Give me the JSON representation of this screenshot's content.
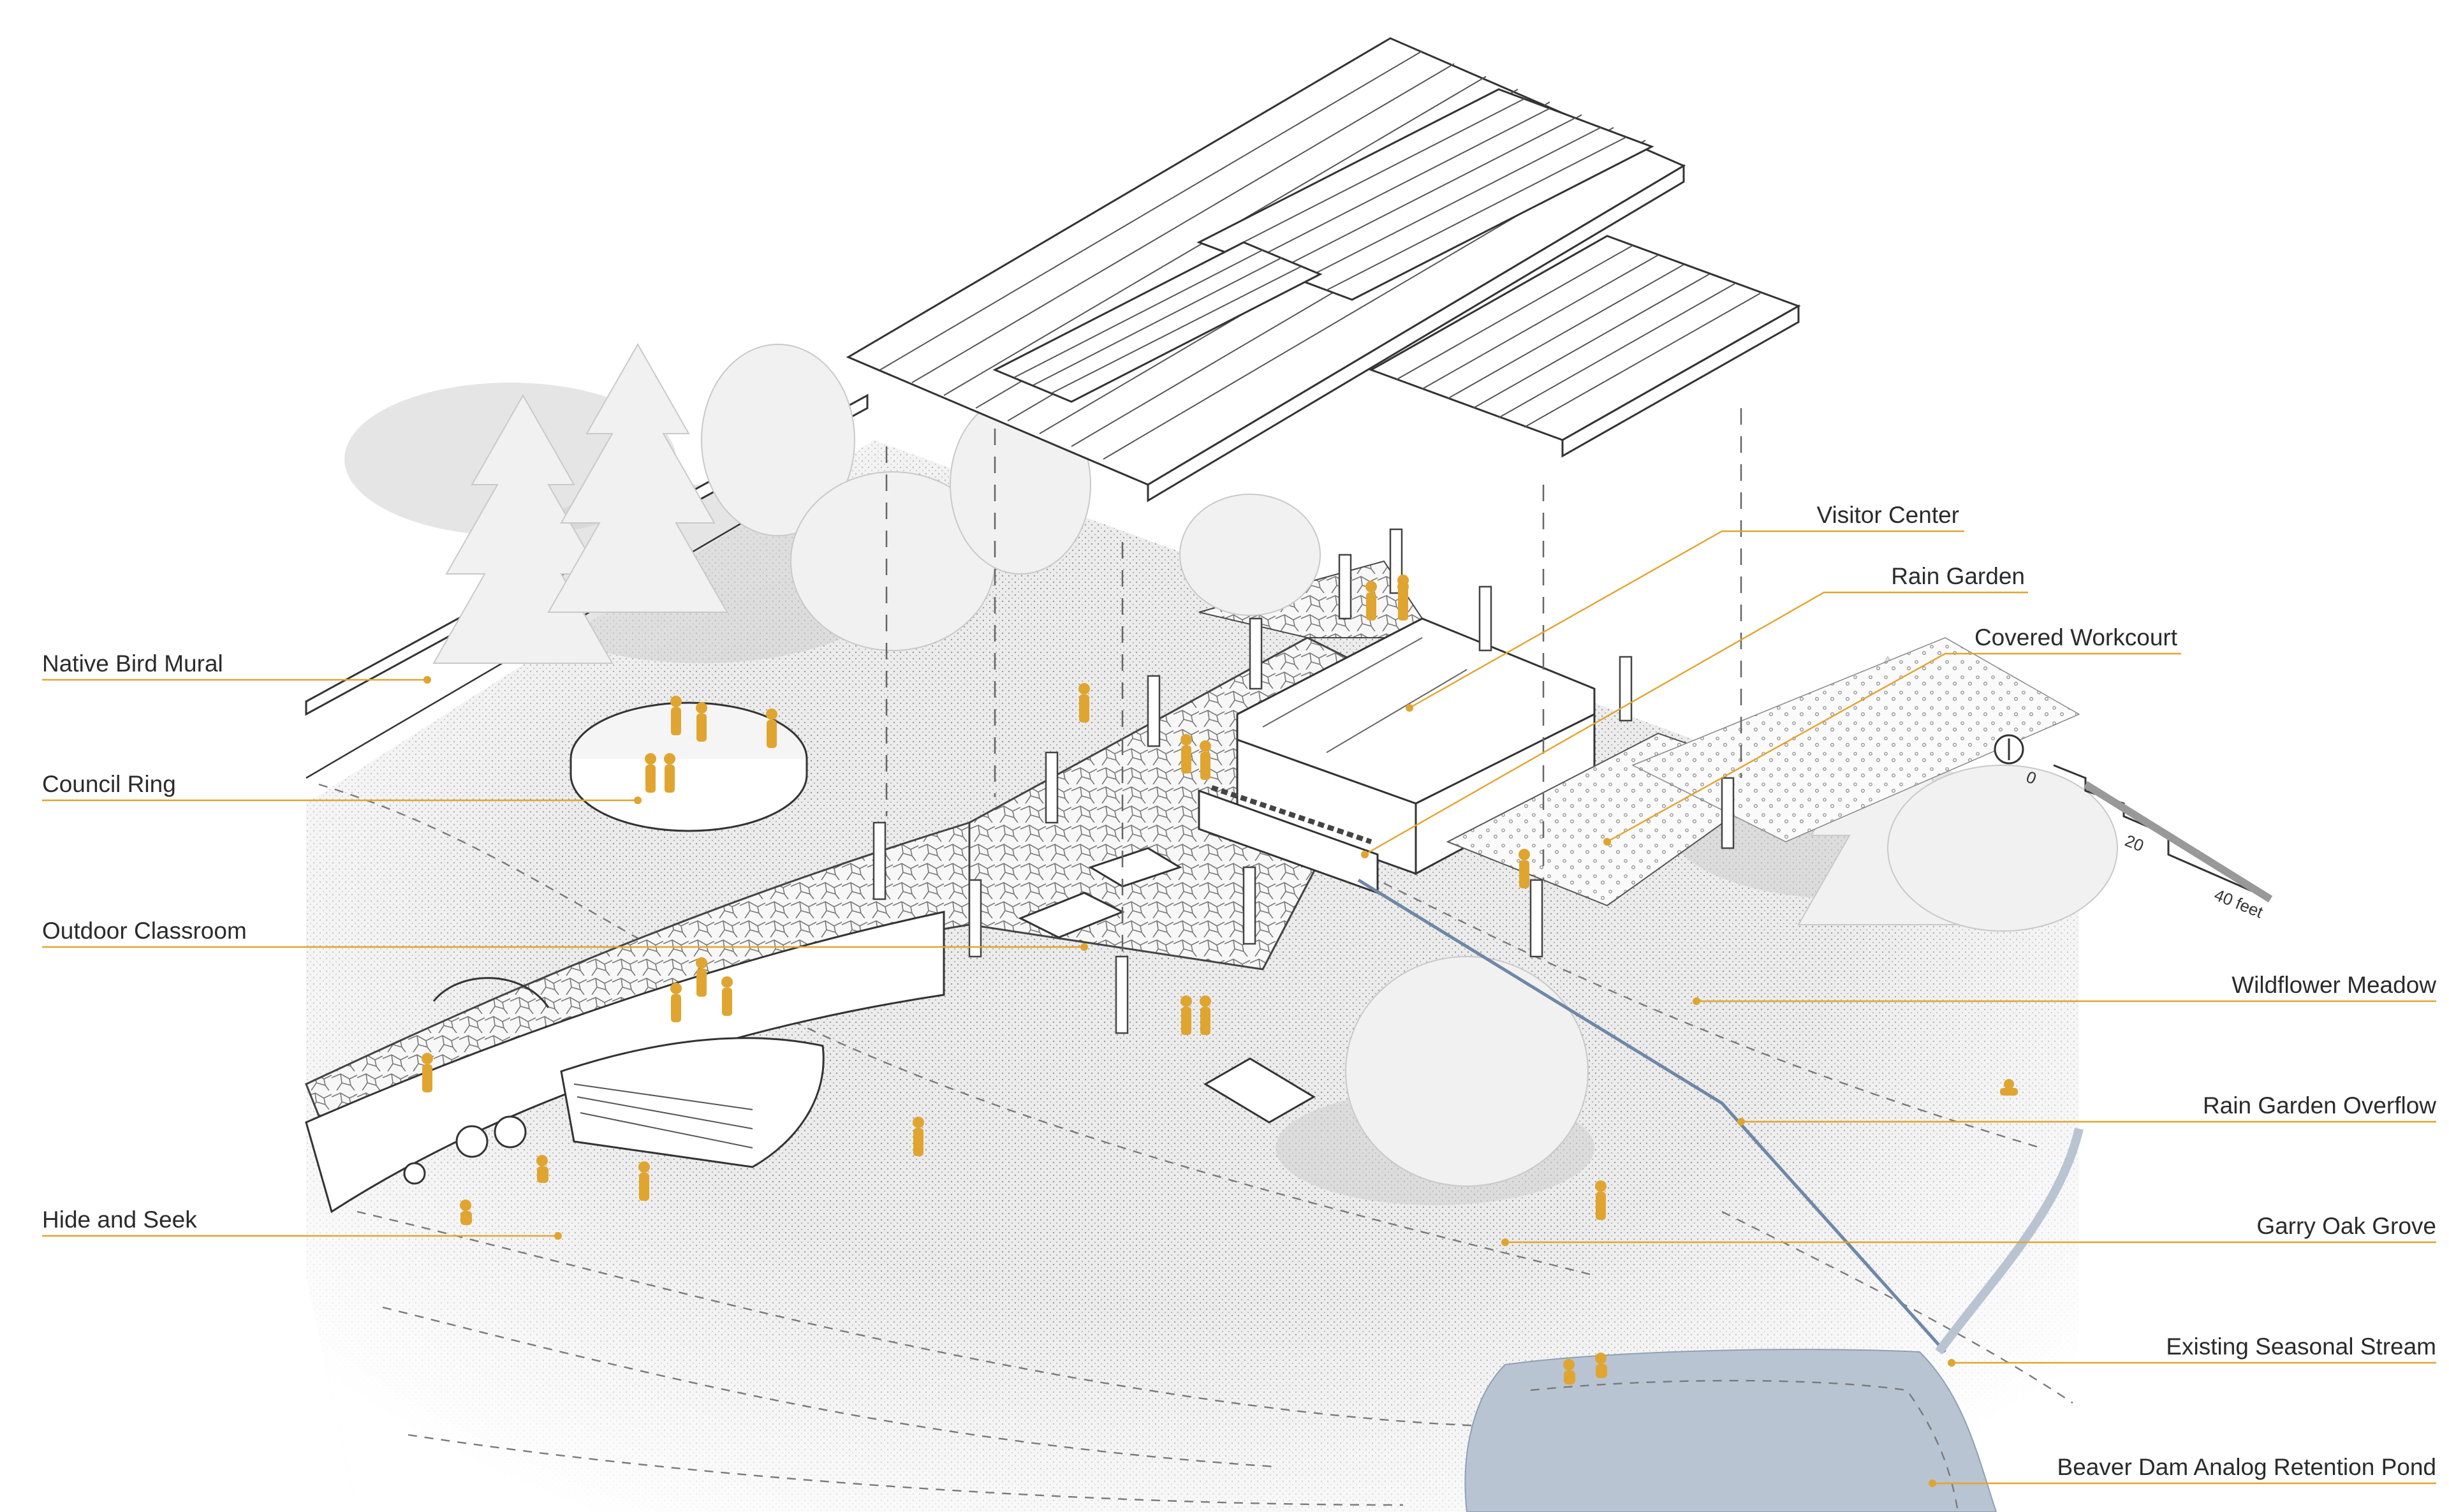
{
  "labels": {
    "native_bird_mural": "Native Bird Mural",
    "council_ring": "Council Ring",
    "outdoor_classroom": "Outdoor Classroom",
    "hide_and_seek": "Hide and Seek",
    "visitor_center": "Visitor Center",
    "rain_garden": "Rain Garden",
    "covered_workcourt": "Covered Workcourt",
    "wildflower_meadow": "Wildflower Meadow",
    "rain_garden_overflow": "Rain Garden Overflow",
    "garry_oak_grove": "Garry Oak Grove",
    "existing_seasonal_stream": "Existing Seasonal Stream",
    "beaver_dam_pond": "Beaver Dam Analog Retention Pond"
  },
  "scale_bar": {
    "tick_0": "0",
    "tick_20": "20",
    "tick_40": "40 feet"
  },
  "colors": {
    "accent": "#e0a530",
    "water": "#b9c4d2",
    "stream": "#6d87a7"
  }
}
